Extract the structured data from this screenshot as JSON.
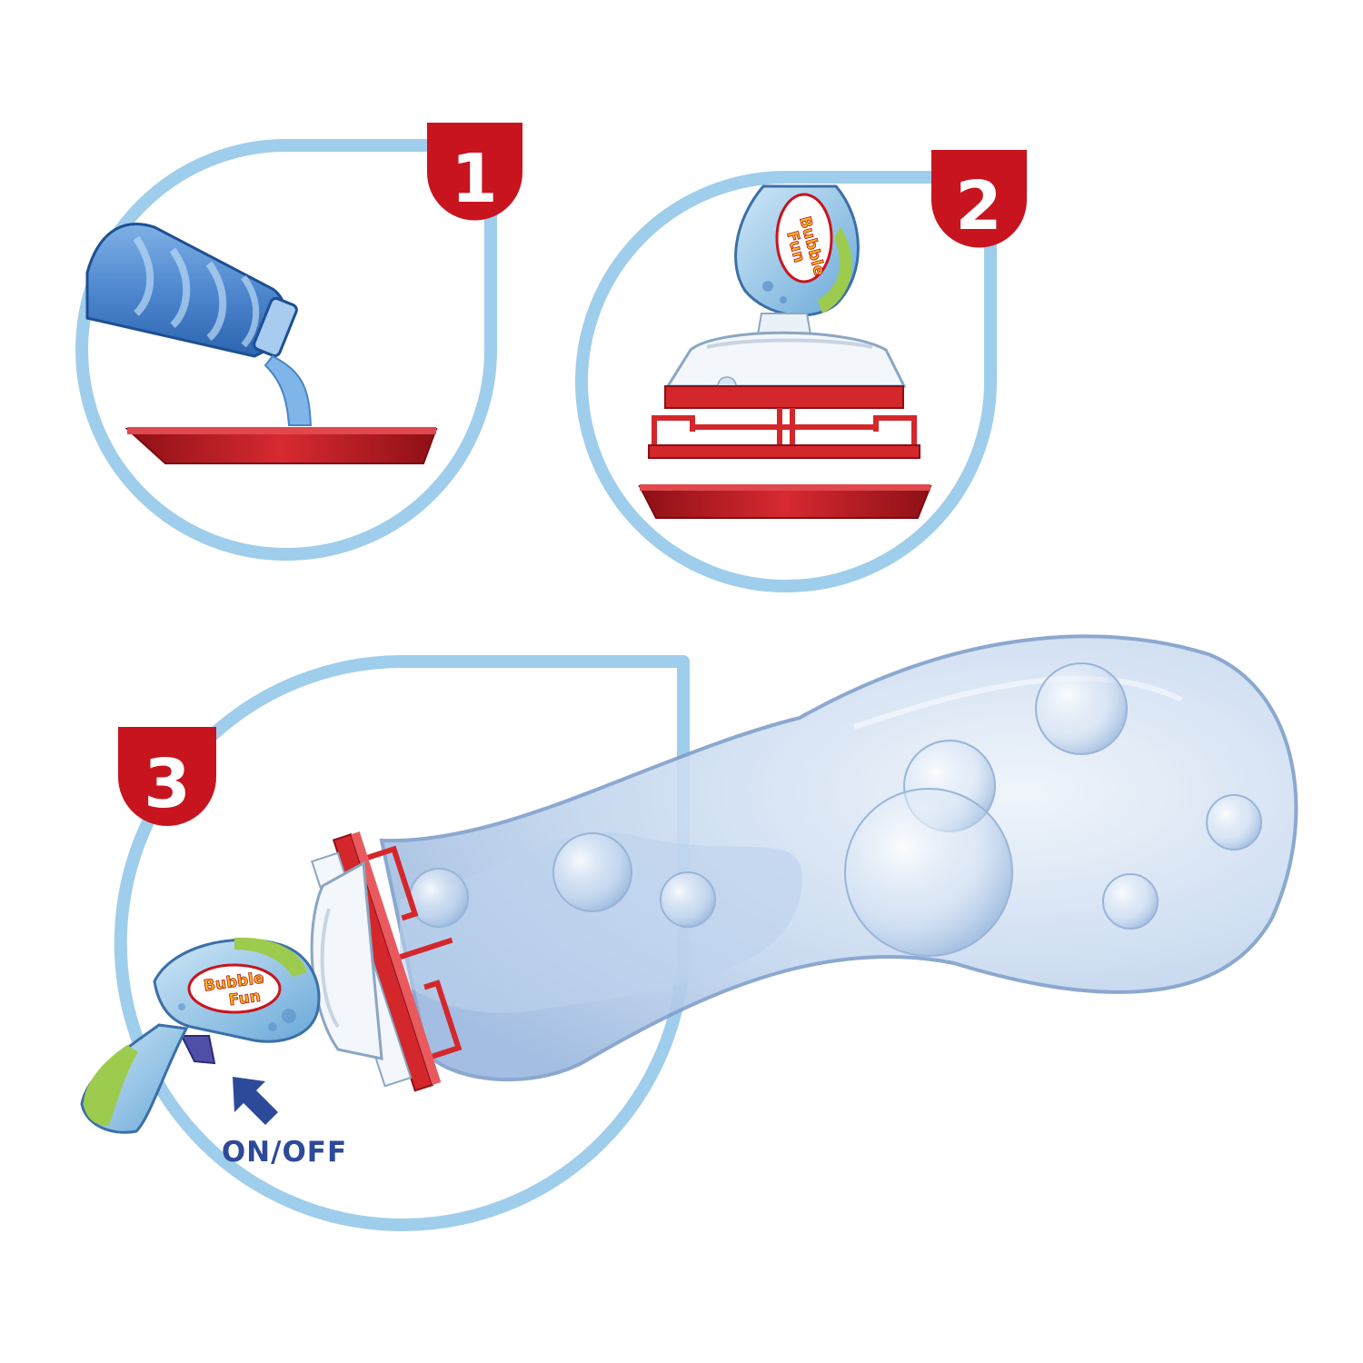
{
  "colors": {
    "frame_blue": "#9fcdec",
    "badge_red": "#c8141e",
    "tray_red": "#b81820",
    "bubble_blue": "#a9c3e2",
    "text_navy": "#2d4a9a",
    "handle_green": "#9ccb4e"
  },
  "steps": [
    {
      "number": "1",
      "scene": "pour solution from bottle into tray"
    },
    {
      "number": "2",
      "scene": "dip wand frame into tray"
    },
    {
      "number": "3",
      "scene": "press trigger to blow giant bubble"
    }
  ],
  "product": {
    "logo_lines": [
      "Bubble",
      "Fun"
    ]
  },
  "caption": {
    "label": "ON/OFF",
    "icon": "arrow-up-left-icon"
  }
}
